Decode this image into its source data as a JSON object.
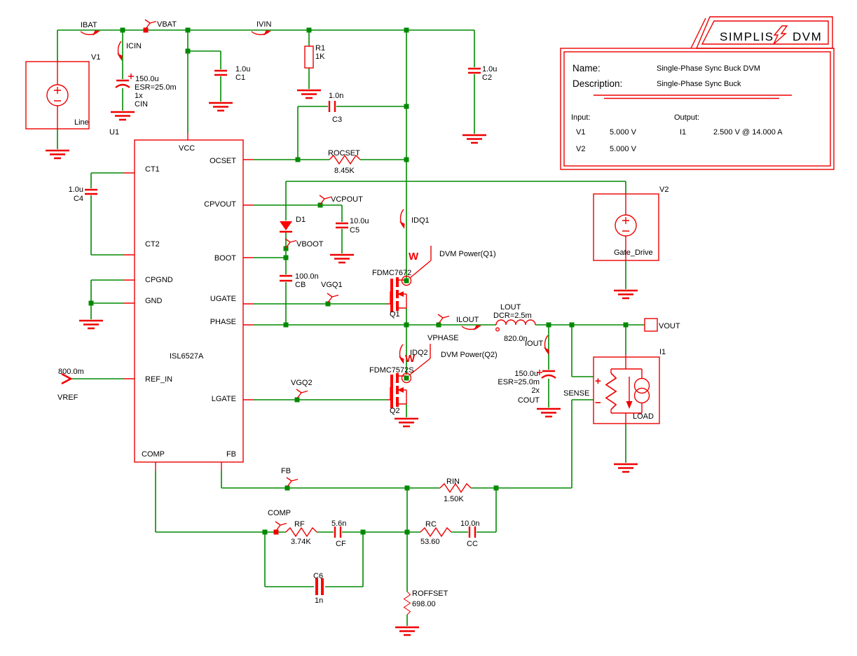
{
  "title_block": {
    "logo": {
      "simplis": "SIMPLIS",
      "dvm": "DVM"
    },
    "name_label": "Name:",
    "name_value": "Single-Phase Sync Buck DVM",
    "description_label": "Description:",
    "description_value": "Single-Phase Sync Buck",
    "input_label": "Input:",
    "output_label": "Output:",
    "input1_ref": "V1",
    "input1_value": "5.000 V",
    "input2_ref": "V2",
    "input2_value": "5.000 V",
    "output1_ref": "I1",
    "output1_value": "2.500 V @ 14.000 A"
  },
  "ic": {
    "part": "ISL6527A",
    "pin_vcc": "VCC",
    "pin_ct1": "CT1",
    "pin_ct2": "CT2",
    "pin_cpgnd": "CPGND",
    "pin_gnd": "GND",
    "pin_ref_in": "REF_IN",
    "pin_comp": "COMP",
    "pin_fb": "FB",
    "pin_ocset": "OCSET",
    "pin_cpvout": "CPVOUT",
    "pin_boot": "BOOT",
    "pin_ugate": "UGATE",
    "pin_phase": "PHASE",
    "pin_lgate": "LGATE"
  },
  "sources": {
    "v1_ref": "V1",
    "v1_name": "Line",
    "v2_ref": "V2",
    "v2_name": "Gate_Drive",
    "vref_value": "800.0m",
    "vref_name": "VREF",
    "load_ref": "I1",
    "load_name": "LOAD",
    "load_plus": "+",
    "load_minus": "−"
  },
  "components": {
    "cin": {
      "value": "150.0u",
      "esr": "ESR=25.0m",
      "mult": "1x",
      "ref": "CIN",
      "model": "U1"
    },
    "c1": {
      "value": "1.0u",
      "ref": "C1"
    },
    "c2": {
      "value": "1.0u",
      "ref": "C2"
    },
    "c3": {
      "value": "1.0n",
      "ref": "C3"
    },
    "c4": {
      "value": "1.0u",
      "ref": "C4"
    },
    "c5": {
      "value": "10.0u",
      "ref": "C5"
    },
    "cb": {
      "value": "100.0n",
      "ref": "CB"
    },
    "cf": {
      "value": "5.6n",
      "ref": "CF"
    },
    "cc": {
      "value": "10.0n",
      "ref": "CC"
    },
    "c6": {
      "ref": "C6",
      "value": "1n"
    },
    "cout": {
      "value": "150.0u",
      "esr": "ESR=25.0m",
      "mult": "2x",
      "ref": "COUT"
    },
    "r1": {
      "ref": "R1",
      "value": "1K"
    },
    "rocset": {
      "ref": "ROCSET",
      "value": "8.45K"
    },
    "rin": {
      "ref": "RIN",
      "value": "1.50K"
    },
    "rf": {
      "ref": "RF",
      "value": "3.74K"
    },
    "rc": {
      "ref": "RC",
      "value": "53.60"
    },
    "roffset": {
      "ref": "ROFFSET",
      "value": "698.00"
    },
    "lout": {
      "ref": "LOUT",
      "dcr": "DCR=2.5m",
      "value": "820.0n"
    },
    "d1": {
      "ref": "D1"
    },
    "q1": {
      "part": "FDMC7672",
      "ref": "Q1"
    },
    "q2": {
      "part": "FDMC7572S",
      "ref": "Q2"
    }
  },
  "probes": {
    "ibat": "IBAT",
    "vbat": "VBAT",
    "icin": "ICIN",
    "ivin": "IVIN",
    "vcpout": "VCPOUT",
    "vboot": "VBOOT",
    "vgq1": "VGQ1",
    "vgq2": "VGQ2",
    "idq1": "IDQ1",
    "idq2": "IDQ2",
    "w": "W",
    "power_q1": "DVM Power(Q1)",
    "power_q2": "DVM Power(Q2)",
    "vphase": "VPHASE",
    "ilout": "ILOUT",
    "iout": "IOUT",
    "fb": "FB",
    "comp": "COMP",
    "sense": "SENSE",
    "vout": "VOUT"
  },
  "colors": {
    "wire": "#008A00",
    "symbol": "#EE0000",
    "text": "#000000",
    "background": "#FFFFFF"
  }
}
